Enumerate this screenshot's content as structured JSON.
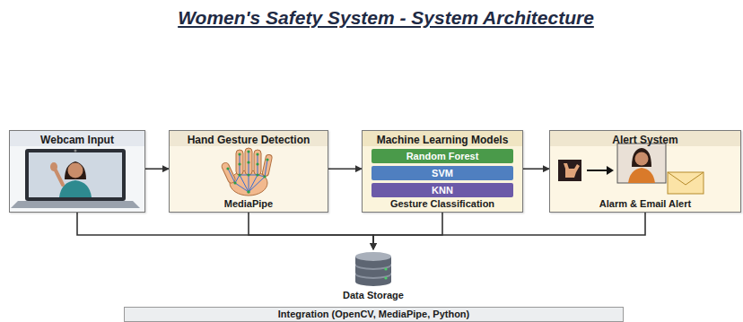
{
  "diagram": {
    "title": "Women's Safety System - System Architecture",
    "nodes": [
      {
        "text": [
          "Webcam Input"
        ]
      },
      {
        "text": [
          "Hand Gesture Detection",
          "MediaPipe"
        ]
      },
      {
        "text": [
          "Machine Learning Models",
          "Gesture Classification"
        ]
      },
      {
        "text": [
          "Random Forest"
        ],
        "in": 2
      },
      {
        "text": [
          "SVM"
        ],
        "in": 2
      },
      {
        "text": [
          "KNN"
        ],
        "in": 2
      },
      {
        "text": [
          "Alert System",
          "Alarm & Email Alert"
        ]
      },
      {
        "text": [
          "Data Storage"
        ]
      },
      {
        "text": [
          "Integration (OpenCV, MediaPipe, Python)"
        ]
      }
    ],
    "edges": [
      {
        "from": 0,
        "to": 1,
        "arrow": "to"
      },
      {
        "from": 1,
        "to": 2,
        "arrow": "to"
      },
      {
        "from": 2,
        "to": 6,
        "arrow": "to"
      },
      {
        "from": 0,
        "to": 7,
        "arrow": "to"
      },
      {
        "from": 1,
        "to": 7,
        "arrow": "to"
      },
      {
        "from": 2,
        "to": 7,
        "arrow": "to"
      },
      {
        "from": 6,
        "to": 7,
        "arrow": "to"
      }
    ]
  }
}
